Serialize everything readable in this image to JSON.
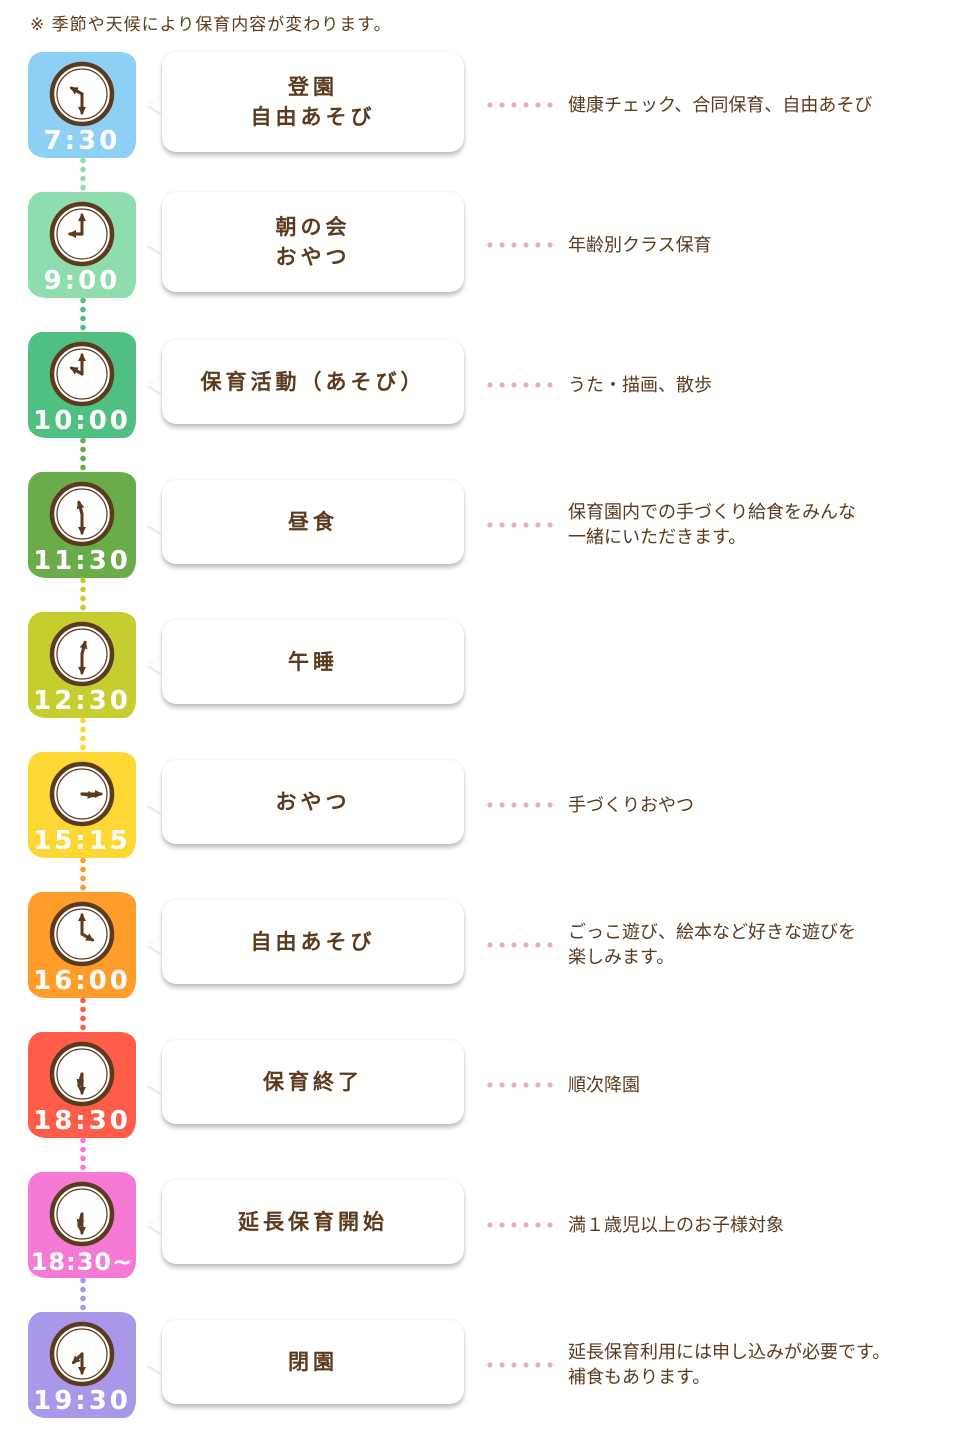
{
  "note": "※ 季節や天候により保育内容が変わります。",
  "schedule": [
    {
      "time": "7:30",
      "color": "#8ecff5",
      "title": "登園\n自由あそび",
      "desc": "健康チェック、合同保育、自由あそび",
      "hour_angle": 300,
      "minute_angle": 180
    },
    {
      "time": "9:00",
      "color": "#8fdcaf",
      "title": "朝の会\nおやつ",
      "desc": "年齢別クラス保育",
      "hour_angle": 270,
      "minute_angle": 0
    },
    {
      "time": "10:00",
      "color": "#4fc082",
      "title": "保育活動（あそび）",
      "desc": "うた・描画、散歩",
      "hour_angle": 300,
      "minute_angle": 0
    },
    {
      "time": "11:30",
      "color": "#6aab4a",
      "title": "昼食",
      "desc": "保育園内での手づくり給食をみんな\n一緒にいただきます。",
      "hour_angle": 345,
      "minute_angle": 180
    },
    {
      "time": "12:30",
      "color": "#c6cd2e",
      "title": "午睡",
      "desc": "",
      "hour_angle": 15,
      "minute_angle": 180
    },
    {
      "time": "15:15",
      "color": "#fdd835",
      "title": "おやつ",
      "desc": "手づくりおやつ",
      "hour_angle": 98,
      "minute_angle": 90
    },
    {
      "time": "16:00",
      "color": "#ff9c2a",
      "title": "自由あそび",
      "desc": "ごっこ遊び、絵本など好きな遊びを\n楽しみます。",
      "hour_angle": 120,
      "minute_angle": 0
    },
    {
      "time": "18:30",
      "color": "#ff5d4a",
      "title": "保育終了",
      "desc": "順次降園",
      "hour_angle": 195,
      "minute_angle": 180
    },
    {
      "time": "18:30~",
      "color": "#f47ad6",
      "title": "延長保育開始",
      "desc": "満１歳児以上のお子様対象",
      "hour_angle": 195,
      "minute_angle": 180
    },
    {
      "time": "19:30",
      "color": "#a997ea",
      "title": "閉園",
      "desc": "延長保育利用には申し込みが必要です。\n補食もあります。",
      "hour_angle": 225,
      "minute_angle": 180
    }
  ]
}
